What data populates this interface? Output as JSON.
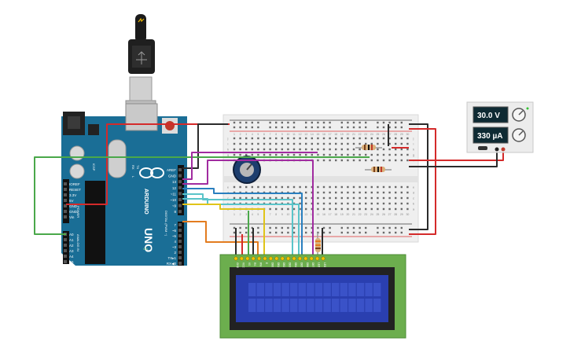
{
  "arduino": {
    "brand": "ARDUINO",
    "model": "UNO",
    "header_labels": [
      "AREF",
      "GND",
      "13",
      "12",
      "~11",
      "~10",
      "~9",
      "8"
    ],
    "header2_labels": [
      "7",
      "~6",
      "~5",
      "4",
      "~3",
      "2",
      "TX▸1",
      "RX◀0"
    ],
    "power_labels": [
      "IOREF",
      "RESET",
      "3.3V",
      "5V",
      "GND",
      "GND",
      "Vin"
    ],
    "analog_labels": [
      "A0",
      "A1",
      "A2",
      "A3",
      "A4",
      "A5"
    ],
    "power_section": "POWER",
    "analog_section": "ANALOG IN",
    "digital_section": "DIGITAL (PWM ~)",
    "tx_label": "TX",
    "rx_label": "RX",
    "l_label": "L",
    "on_label": "ON",
    "icsp_label": "ICSP"
  },
  "breadboard": {
    "column_numbers": [
      "1",
      "2",
      "3",
      "4",
      "5",
      "6",
      "7",
      "8",
      "9",
      "10",
      "11",
      "12",
      "13",
      "14",
      "15",
      "16",
      "17",
      "18",
      "19",
      "20",
      "21",
      "22",
      "23",
      "24",
      "25",
      "26",
      "27",
      "28",
      "29",
      "30"
    ],
    "row_letters_top": [
      "j",
      "i",
      "h",
      "g",
      "f"
    ],
    "row_letters_bottom": [
      "e",
      "d",
      "c",
      "b",
      "a"
    ]
  },
  "power_supply": {
    "voltage_display": "30.0 V",
    "current_display": "330 µA"
  },
  "lcd": {
    "pin_labels": [
      "GND",
      "VCC",
      "V0",
      "RS",
      "RW",
      "E",
      "DB0",
      "DB1",
      "DB2",
      "DB3",
      "DB4",
      "DB5",
      "DB6",
      "DB7",
      "LED",
      "LED"
    ],
    "rows": 2,
    "cols": 16
  },
  "colors": {
    "arduino_board": "#1a6e96",
    "breadboard": "#efefef",
    "lcd_pcb": "#6cae4e",
    "lcd_screen": "#2a3fb0",
    "wire_red": "#d42a2a",
    "wire_black": "#2b2b2b",
    "wire_green": "#4aa84a",
    "wire_purple": "#a12ca0",
    "wire_blue": "#2a7fbf",
    "wire_cyan": "#5ac4c9",
    "wire_yellow": "#e0c419",
    "wire_orange": "#e37c1f"
  }
}
